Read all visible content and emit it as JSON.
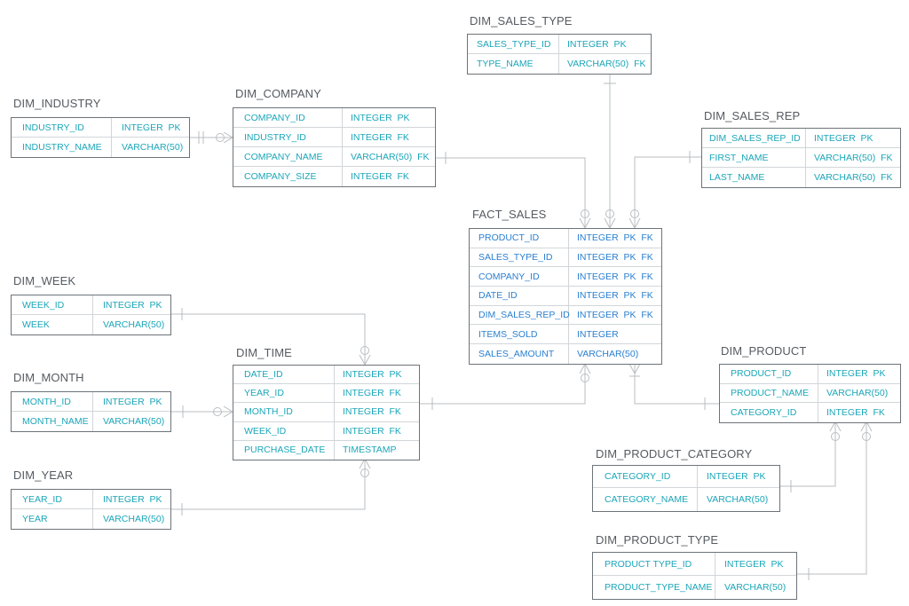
{
  "colors": {
    "field_text": "#1ba6b8",
    "fact_field_text": "#2a7fd0",
    "title_text": "#555b61",
    "table_border": "#6d7378",
    "connector_line": "#b9bec2"
  },
  "entities": {
    "dim_sales_type": {
      "name": "DIM_SALES_TYPE",
      "rows": [
        {
          "field": "SALES_TYPE_ID",
          "type": "INTEGER  PK"
        },
        {
          "field": "TYPE_NAME",
          "type": "VARCHAR(50)  FK"
        }
      ]
    },
    "dim_industry": {
      "name": "DIM_INDUSTRY",
      "rows": [
        {
          "field": "INDUSTRY_ID",
          "type": "INTEGER  PK"
        },
        {
          "field": "INDUSTRY_NAME",
          "type": "VARCHAR(50)"
        }
      ]
    },
    "dim_company": {
      "name": "DIM_COMPANY",
      "rows": [
        {
          "field": "COMPANY_ID",
          "type": "INTEGER  PK"
        },
        {
          "field": "INDUSTRY_ID",
          "type": "INTEGER  FK"
        },
        {
          "field": "COMPANY_NAME",
          "type": "VARCHAR(50)  FK"
        },
        {
          "field": "COMPANY_SIZE",
          "type": "INTEGER  FK"
        }
      ]
    },
    "dim_sales_rep": {
      "name": "DIM_SALES_REP",
      "rows": [
        {
          "field": "DIM_SALES_REP_ID",
          "type": "INTEGER  PK"
        },
        {
          "field": "FIRST_NAME",
          "type": "VARCHAR(50)  FK"
        },
        {
          "field": "LAST_NAME",
          "type": "VARCHAR(50)  FK"
        }
      ]
    },
    "fact_sales": {
      "name": "FACT_SALES",
      "rows": [
        {
          "field": "PRODUCT_ID",
          "type": "INTEGER  PK  FK"
        },
        {
          "field": "SALES_TYPE_ID",
          "type": "INTEGER  PK  FK"
        },
        {
          "field": "COMPANY_ID",
          "type": "INTEGER  PK  FK"
        },
        {
          "field": "DATE_ID",
          "type": "INTEGER  PK  FK"
        },
        {
          "field": "DIM_SALES_REP_ID",
          "type": "INTEGER  PK  FK"
        },
        {
          "field": "ITEMS_SOLD",
          "type": "INTEGER"
        },
        {
          "field": "SALES_AMOUNT",
          "type": "VARCHAR(50)"
        }
      ]
    },
    "dim_week": {
      "name": "DIM_WEEK",
      "rows": [
        {
          "field": "WEEK_ID",
          "type": "INTEGER  PK"
        },
        {
          "field": "WEEK",
          "type": "VARCHAR(50)"
        }
      ]
    },
    "dim_time": {
      "name": "DIM_TIME",
      "rows": [
        {
          "field": "DATE_ID",
          "type": "INTEGER  PK"
        },
        {
          "field": "YEAR_ID",
          "type": "INTEGER  FK"
        },
        {
          "field": "MONTH_ID",
          "type": "INTEGER  FK"
        },
        {
          "field": "WEEK_ID",
          "type": "INTEGER  FK"
        },
        {
          "field": "PURCHASE_DATE",
          "type": "TIMESTAMP"
        }
      ]
    },
    "dim_month": {
      "name": "DIM_MONTH",
      "rows": [
        {
          "field": "MONTH_ID",
          "type": "INTEGER  PK"
        },
        {
          "field": "MONTH_NAME",
          "type": "VARCHAR(50)"
        }
      ]
    },
    "dim_year": {
      "name": "DIM_YEAR",
      "rows": [
        {
          "field": "YEAR_ID",
          "type": "INTEGER  PK"
        },
        {
          "field": "YEAR",
          "type": "VARCHAR(50)"
        }
      ]
    },
    "dim_product": {
      "name": "DIM_PRODUCT",
      "rows": [
        {
          "field": "PRODUCT_ID",
          "type": "INTEGER  PK"
        },
        {
          "field": "PRODUCT_NAME",
          "type": "VARCHAR(50)"
        },
        {
          "field": "CATEGORY_ID",
          "type": "INTEGER  FK"
        }
      ]
    },
    "dim_product_category": {
      "name": "DIM_PRODUCT_CATEGORY",
      "rows": [
        {
          "field": "CATEGORY_ID",
          "type": "INTEGER  PK"
        },
        {
          "field": "CATEGORY_NAME",
          "type": "VARCHAR(50)"
        }
      ]
    },
    "dim_product_type": {
      "name": "DIM_PRODUCT_TYPE",
      "rows": [
        {
          "field": "PRODUCT TYPE_ID",
          "type": "INTEGER  PK"
        },
        {
          "field": "PRODUCT_TYPE_NAME",
          "type": "VARCHAR(50)"
        }
      ]
    }
  }
}
